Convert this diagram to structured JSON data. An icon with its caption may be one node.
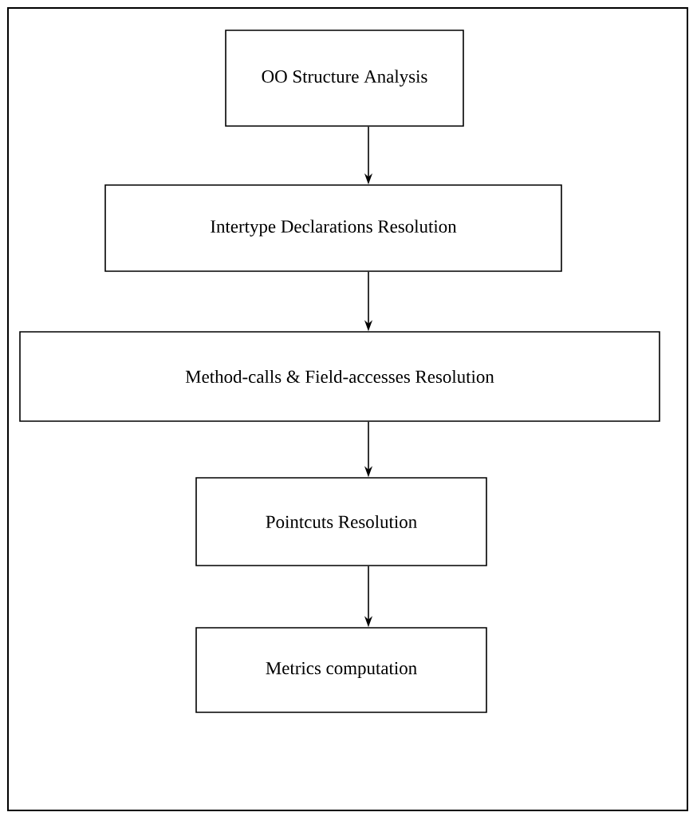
{
  "diagram": {
    "nodes": [
      {
        "text": [
          "OO Structure Analysis"
        ]
      },
      {
        "text": [
          "Intertype Declarations Resolution"
        ]
      },
      {
        "text": [
          "Method-calls & Field-accesses Resolution"
        ]
      },
      {
        "text": [
          "Pointcuts Resolution"
        ]
      },
      {
        "text": [
          "Metrics computation"
        ]
      }
    ],
    "edges": [
      {
        "from": 0,
        "to": 1,
        "arrow": "to"
      },
      {
        "from": 1,
        "to": 2,
        "arrow": "to"
      },
      {
        "from": 2,
        "to": 3,
        "arrow": "to"
      },
      {
        "from": 3,
        "to": 4,
        "arrow": "to"
      }
    ]
  }
}
